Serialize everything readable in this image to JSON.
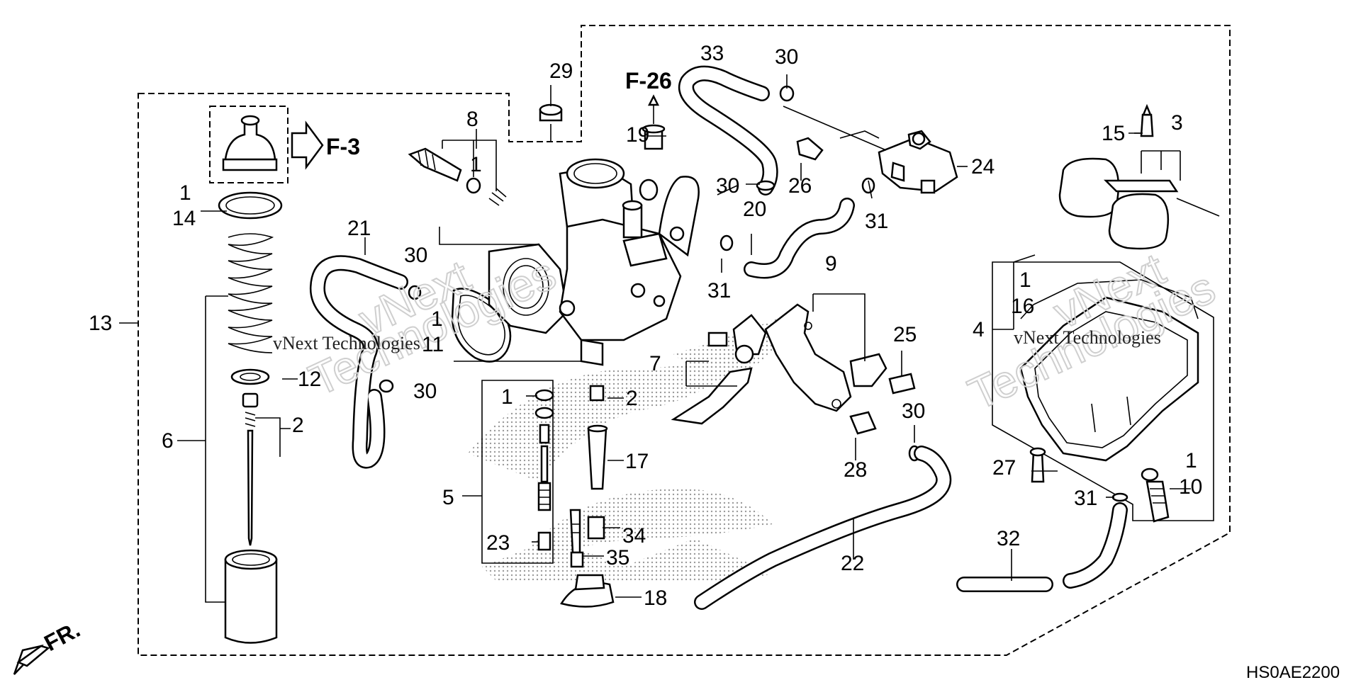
{
  "diagram_code": "HS0AE2200",
  "refs": {
    "f3": "F-3",
    "f26": "F-26",
    "fr": "FR."
  },
  "watermark": {
    "line1": "vNext Technologies",
    "line2": "vNext",
    "line3": "Technologies"
  },
  "callouts": [
    "1",
    "2",
    "3",
    "4",
    "5",
    "6",
    "7",
    "8",
    "9",
    "10",
    "11",
    "12",
    "13",
    "14",
    "15",
    "16",
    "17",
    "18",
    "19",
    "20",
    "21",
    "22",
    "23",
    "24",
    "25",
    "26",
    "27",
    "28",
    "29",
    "30",
    "31",
    "32",
    "33",
    "34",
    "35"
  ],
  "colors": {
    "line": "#000000",
    "background": "#ffffff",
    "watermark": "#cfcfcf"
  }
}
